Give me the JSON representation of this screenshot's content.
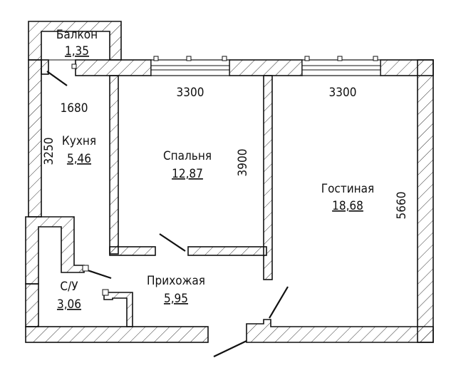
{
  "rooms": {
    "balcony": {
      "name": "Балкон",
      "area": "1,35"
    },
    "kitchen": {
      "name": "Кухня",
      "area": "5,46"
    },
    "bedroom": {
      "name": "Спальня",
      "area": "12,87"
    },
    "living": {
      "name": "Гостиная",
      "area": "18,68"
    },
    "bathroom": {
      "name": "С/У",
      "area": "3,06"
    },
    "hallway": {
      "name": "Прихожая",
      "area": "5,95"
    }
  },
  "dimensions": {
    "kitchen_width": "1680",
    "kitchen_length": "3250",
    "bedroom_width": "3300",
    "bedroom_length": "3900",
    "living_width": "3300",
    "living_length": "5660"
  }
}
